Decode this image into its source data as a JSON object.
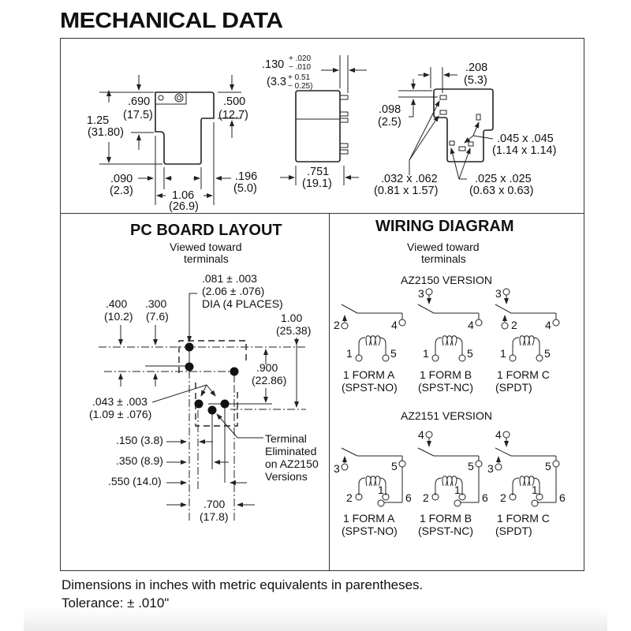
{
  "title": "MECHANICAL DATA",
  "top_view": {
    "dim_690": ".690",
    "dim_690_mm": "(17.5)",
    "dim_125": "1.25",
    "dim_125_mm": "(31.80)",
    "dim_500": ".500",
    "dim_500_mm": "(12.7)",
    "dim_090": ".090",
    "dim_090_mm": "(2.3)",
    "dim_106": "1.06",
    "dim_106_mm": "(26.9)",
    "dim_196": ".196",
    "dim_196_mm": "(5.0)"
  },
  "side_view": {
    "dim_130": ".130",
    "tol_plus": "+ .020",
    "tol_minus": "− .010",
    "dim_130_mm": "(3.3",
    "tol_plus_mm": "+ 0.51",
    "tol_minus_mm": "− 0.25)",
    "dim_751": ".751",
    "dim_751_mm": "(19.1)"
  },
  "bottom_view": {
    "dim_208": ".208",
    "dim_208_mm": "(5.3)",
    "dim_098": ".098",
    "dim_098_mm": "(2.5)",
    "pad_045": ".045 x .045",
    "pad_045_mm": "(1.14 x 1.14)",
    "pad_032": ".032 x .062",
    "pad_032_mm": "(0.81 x 1.57)",
    "pad_025": ".025 x .025",
    "pad_025_mm": "(0.63 x 0.63)"
  },
  "pcb": {
    "title": "PC BOARD LAYOUT",
    "subtitle_1": "Viewed toward",
    "subtitle_2": "terminals",
    "hole_dia_1": ".081 ± .003",
    "hole_dia_2": "(2.06 ± .076)",
    "hole_dia_3": "DIA (4 PLACES)",
    "dim_400": ".400",
    "dim_400_mm": "(10.2)",
    "dim_300": ".300",
    "dim_300_mm": "(7.6)",
    "dim_100": "1.00",
    "dim_100_mm": "(25.38)",
    "dim_900": ".900",
    "dim_900_mm": "(22.86)",
    "dim_043": ".043 ± .003",
    "dim_043_mm": "(1.09 ± .076)",
    "dim_150": ".150 (3.8)",
    "dim_350": ".350 (8.9)",
    "dim_550": ".550 (14.0)",
    "dim_700": ".700",
    "dim_700_mm": "(17.8)",
    "note_1": "Terminal",
    "note_2": "Eliminated",
    "note_3": "on AZ2150",
    "note_4": "Versions"
  },
  "wiring": {
    "title": "WIRING DIAGRAM",
    "subtitle_1": "Viewed toward",
    "subtitle_2": "terminals",
    "versions": [
      {
        "name": "AZ2150 VERSION",
        "forms": [
          {
            "label": "1 FORM A",
            "type": "(SPST-NO)",
            "pins": {
              "nc": "",
              "no": "2",
              "com": "4",
              "coil_a": "1",
              "coil_b": "5"
            }
          },
          {
            "label": "1 FORM B",
            "type": "(SPST-NC)",
            "pins": {
              "nc": "3",
              "no": "",
              "com": "4",
              "coil_a": "1",
              "coil_b": "5"
            }
          },
          {
            "label": "1 FORM C",
            "type": "(SPDT)",
            "pins": {
              "nc": "3",
              "no": "2",
              "com": "4",
              "coil_a": "1",
              "coil_b": "5"
            }
          }
        ]
      },
      {
        "name": "AZ2151 VERSION",
        "forms": [
          {
            "label": "1 FORM A",
            "type": "(SPST-NO)",
            "pins": {
              "nc": "",
              "no": "3",
              "com": "5",
              "coil_a": "2",
              "coil_b": "6",
              "mid": "1"
            }
          },
          {
            "label": "1 FORM B",
            "type": "(SPST-NC)",
            "pins": {
              "nc": "4",
              "no": "",
              "com": "5",
              "coil_a": "2",
              "coil_b": "6",
              "mid": "1"
            }
          },
          {
            "label": "1 FORM C",
            "type": "(SPDT)",
            "pins": {
              "nc": "4",
              "no": "3",
              "com": "5",
              "coil_a": "2",
              "coil_b": "6",
              "mid": "1"
            }
          }
        ]
      }
    ]
  },
  "footer": {
    "line_1": "Dimensions in inches with metric equivalents in parentheses.",
    "line_2": "Tolerance:  ± .010\""
  }
}
